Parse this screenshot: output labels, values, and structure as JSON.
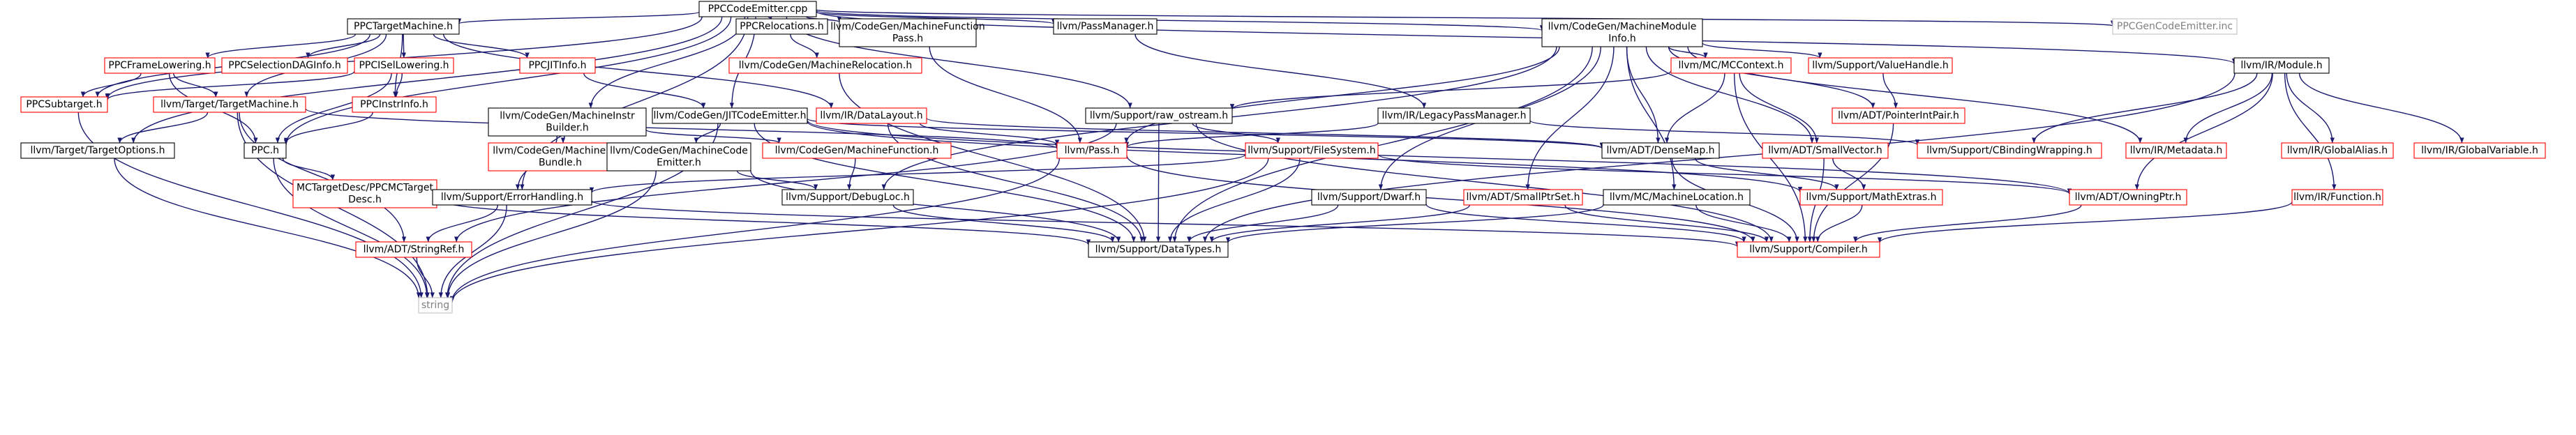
{
  "colors": {
    "edge": "#191970",
    "root_fill": "#bfbfbf",
    "root_border": "#000000",
    "border_documented": "#000000",
    "border_undocumented": "#ff0000",
    "border_external": "#bfbfbf",
    "text_normal": "#000000",
    "text_external": "#808080"
  },
  "nodes": [
    {
      "id": "root",
      "label": "PPCCodeEmitter.cpp",
      "kind": "root"
    },
    {
      "id": "ppctm",
      "label": "PPCTargetMachine.h",
      "kind": "documented"
    },
    {
      "id": "ppcreloc",
      "label": "PPCRelocations.h",
      "kind": "documented"
    },
    {
      "id": "mfpass",
      "label": [
        "llvm/CodeGen/MachineFunction",
        "Pass.h"
      ],
      "kind": "documented"
    },
    {
      "id": "passmgr",
      "label": "llvm/PassManager.h",
      "kind": "documented"
    },
    {
      "id": "mmi",
      "label": [
        "llvm/CodeGen/MachineModule",
        "Info.h"
      ],
      "kind": "documented"
    },
    {
      "id": "genemit",
      "label": "PPCGenCodeEmitter.inc",
      "kind": "external"
    },
    {
      "id": "framelow",
      "label": "PPCFrameLowering.h",
      "kind": "undocumented"
    },
    {
      "id": "seldag",
      "label": "PPCSelectionDAGInfo.h",
      "kind": "undocumented"
    },
    {
      "id": "isellow",
      "label": "PPCISelLowering.h",
      "kind": "undocumented"
    },
    {
      "id": "jitinfo",
      "label": "PPCJITInfo.h",
      "kind": "undocumented"
    },
    {
      "id": "codegenreloc",
      "label": "llvm/CodeGen/MachineRelocation.h",
      "kind": "undocumented"
    },
    {
      "id": "mccontext",
      "label": "llvm/MC/MCContext.h",
      "kind": "undocumented"
    },
    {
      "id": "valuehandle",
      "label": "llvm/Support/ValueHandle.h",
      "kind": "undocumented"
    },
    {
      "id": "irmodule",
      "label": "llvm/IR/Module.h",
      "kind": "documented"
    },
    {
      "id": "ppcsubtarget",
      "label": "PPCSubtarget.h",
      "kind": "undocumented"
    },
    {
      "id": "targetmachine",
      "label": "llvm/Target/TargetMachine.h",
      "kind": "undocumented"
    },
    {
      "id": "instrinfo",
      "label": "PPCInstrInfo.h",
      "kind": "undocumented"
    },
    {
      "id": "mibuilder",
      "label": [
        "llvm/CodeGen/MachineInstr",
        "Builder.h"
      ],
      "kind": "documented"
    },
    {
      "id": "jitemitter",
      "label": "llvm/CodeGen/JITCodeEmitter.h",
      "kind": "documented"
    },
    {
      "id": "datalayout",
      "label": "llvm/IR/DataLayout.h",
      "kind": "undocumented"
    },
    {
      "id": "rawostream",
      "label": "llvm/Support/raw_ostream.h",
      "kind": "documented"
    },
    {
      "id": "legacypm",
      "label": "llvm/IR/LegacyPassManager.h",
      "kind": "documented"
    },
    {
      "id": "ptrintpair",
      "label": "llvm/ADT/PointerIntPair.h",
      "kind": "undocumented"
    },
    {
      "id": "targetoptions",
      "label": "llvm/Target/TargetOptions.h",
      "kind": "documented"
    },
    {
      "id": "ppch",
      "label": "PPC.h",
      "kind": "documented"
    },
    {
      "id": "mibundle",
      "label": [
        "llvm/CodeGen/MachineInstr",
        "Bundle.h"
      ],
      "kind": "undocumented"
    },
    {
      "id": "mcodeemitter",
      "label": [
        "llvm/CodeGen/MachineCode",
        "Emitter.h"
      ],
      "kind": "documented"
    },
    {
      "id": "machinefunction",
      "label": "llvm/CodeGen/MachineFunction.h",
      "kind": "undocumented"
    },
    {
      "id": "passh",
      "label": "llvm/Pass.h",
      "kind": "undocumented"
    },
    {
      "id": "filesystem",
      "label": "llvm/Support/FileSystem.h",
      "kind": "undocumented"
    },
    {
      "id": "densemap",
      "label": "llvm/ADT/DenseMap.h",
      "kind": "documented"
    },
    {
      "id": "smallvector",
      "label": "llvm/ADT/SmallVector.h",
      "kind": "undocumented"
    },
    {
      "id": "cbinding",
      "label": "llvm/Support/CBindingWrapping.h",
      "kind": "undocumented"
    },
    {
      "id": "metadata",
      "label": "llvm/IR/Metadata.h",
      "kind": "undocumented"
    },
    {
      "id": "globalalias",
      "label": "llvm/IR/GlobalAlias.h",
      "kind": "undocumented"
    },
    {
      "id": "globalvariable",
      "label": "llvm/IR/GlobalVariable.h",
      "kind": "undocumented"
    },
    {
      "id": "mctargetdesc",
      "label": [
        "MCTargetDesc/PPCMCTarget",
        "Desc.h"
      ],
      "kind": "undocumented"
    },
    {
      "id": "errorhandling",
      "label": "llvm/Support/ErrorHandling.h",
      "kind": "documented"
    },
    {
      "id": "debugloc",
      "label": "llvm/Support/DebugLoc.h",
      "kind": "documented"
    },
    {
      "id": "dwarf",
      "label": "llvm/Support/Dwarf.h",
      "kind": "documented"
    },
    {
      "id": "smallptrset",
      "label": "llvm/ADT/SmallPtrSet.h",
      "kind": "undocumented"
    },
    {
      "id": "mlocation",
      "label": "llvm/MC/MachineLocation.h",
      "kind": "documented"
    },
    {
      "id": "mathextras",
      "label": "llvm/Support/MathExtras.h",
      "kind": "undocumented"
    },
    {
      "id": "owningptr",
      "label": "llvm/ADT/OwningPtr.h",
      "kind": "undocumented"
    },
    {
      "id": "irfunction",
      "label": "llvm/IR/Function.h",
      "kind": "undocumented"
    },
    {
      "id": "stringref",
      "label": "llvm/ADT/StringRef.h",
      "kind": "undocumented"
    },
    {
      "id": "datatypes",
      "label": "llvm/Support/DataTypes.h",
      "kind": "documented"
    },
    {
      "id": "compiler",
      "label": "llvm/Support/Compiler.h",
      "kind": "undocumented"
    },
    {
      "id": "string",
      "label": "string",
      "kind": "external"
    }
  ],
  "edges": [
    [
      "root",
      "ppctm"
    ],
    [
      "root",
      "ppcreloc"
    ],
    [
      "root",
      "mfpass"
    ],
    [
      "root",
      "passmgr"
    ],
    [
      "root",
      "mmi"
    ],
    [
      "root",
      "genemit"
    ],
    [
      "root",
      "ppcsubtarget"
    ],
    [
      "root",
      "targetoptions"
    ],
    [
      "root",
      "ppch"
    ],
    [
      "root",
      "mibuilder"
    ],
    [
      "root",
      "jitemitter"
    ],
    [
      "root",
      "errorhandling"
    ],
    [
      "root",
      "rawostream"
    ],
    [
      "root",
      "irmodule"
    ],
    [
      "ppctm",
      "framelow"
    ],
    [
      "ppctm",
      "seldag"
    ],
    [
      "ppctm",
      "isellow"
    ],
    [
      "ppctm",
      "jitinfo"
    ],
    [
      "ppctm",
      "ppcsubtarget"
    ],
    [
      "ppctm",
      "targetmachine"
    ],
    [
      "ppctm",
      "instrinfo"
    ],
    [
      "ppctm",
      "datalayout"
    ],
    [
      "ppcreloc",
      "codegenreloc"
    ],
    [
      "mfpass",
      "passh"
    ],
    [
      "passmgr",
      "legacypm"
    ],
    [
      "mmi",
      "mccontext"
    ],
    [
      "mmi",
      "valuehandle"
    ],
    [
      "mmi",
      "ptrintpair"
    ],
    [
      "mmi",
      "densemap"
    ],
    [
      "mmi",
      "smallvector"
    ],
    [
      "mmi",
      "passh"
    ],
    [
      "mmi",
      "metadata"
    ],
    [
      "mmi",
      "dwarf"
    ],
    [
      "mmi",
      "smallptrset"
    ],
    [
      "mmi",
      "mlocation"
    ],
    [
      "mmi",
      "debugloc"
    ],
    [
      "mmi",
      "datatypes"
    ],
    [
      "framelow",
      "ppcsubtarget"
    ],
    [
      "framelow",
      "targetmachine"
    ],
    [
      "framelow",
      "ppch"
    ],
    [
      "isellow",
      "ppcsubtarget"
    ],
    [
      "isellow",
      "instrinfo"
    ],
    [
      "isellow",
      "ppch"
    ],
    [
      "jitinfo",
      "jitemitter"
    ],
    [
      "codegenreloc",
      "datatypes"
    ],
    [
      "mccontext",
      "rawostream"
    ],
    [
      "mccontext",
      "densemap"
    ],
    [
      "mccontext",
      "smallvector"
    ],
    [
      "mccontext",
      "compiler"
    ],
    [
      "valuehandle",
      "ptrintpair"
    ],
    [
      "irmodule",
      "metadata"
    ],
    [
      "irmodule",
      "globalalias"
    ],
    [
      "irmodule",
      "globalvariable"
    ],
    [
      "irmodule",
      "irfunction"
    ],
    [
      "irmodule",
      "owningptr"
    ],
    [
      "irmodule",
      "cbinding"
    ],
    [
      "irmodule",
      "datatypes"
    ],
    [
      "ppcsubtarget",
      "string"
    ],
    [
      "targetmachine",
      "targetoptions"
    ],
    [
      "targetmachine",
      "passh"
    ],
    [
      "targetmachine",
      "stringref"
    ],
    [
      "targetmachine",
      "string"
    ],
    [
      "instrinfo",
      "ppch"
    ],
    [
      "mibuilder",
      "mibundle"
    ],
    [
      "mibuilder",
      "errorhandling"
    ],
    [
      "mibuilder",
      "machinefunction"
    ],
    [
      "jitemitter",
      "mcodeemitter"
    ],
    [
      "jitemitter",
      "densemap"
    ],
    [
      "jitemitter",
      "mathextras"
    ],
    [
      "jitemitter",
      "string"
    ],
    [
      "jitemitter",
      "datatypes"
    ],
    [
      "jitemitter",
      "owningptr"
    ],
    [
      "datalayout",
      "passh"
    ],
    [
      "datalayout",
      "densemap"
    ],
    [
      "datalayout",
      "datatypes"
    ],
    [
      "rawostream",
      "stringref"
    ],
    [
      "rawostream",
      "filesystem"
    ],
    [
      "rawostream",
      "compiler"
    ],
    [
      "rawostream",
      "datatypes"
    ],
    [
      "legacypm",
      "passh"
    ],
    [
      "legacypm",
      "cbinding"
    ],
    [
      "ptrintpair",
      "compiler"
    ],
    [
      "targetoptions",
      "string"
    ],
    [
      "ppch",
      "mctargetdesc"
    ],
    [
      "ppch",
      "string"
    ],
    [
      "mcodeemitter",
      "debugloc"
    ],
    [
      "mcodeemitter",
      "datatypes"
    ],
    [
      "mcodeemitter",
      "string"
    ],
    [
      "machinefunction",
      "debugloc"
    ],
    [
      "passh",
      "string"
    ],
    [
      "passh",
      "compiler"
    ],
    [
      "filesystem",
      "errorhandling"
    ],
    [
      "filesystem",
      "owningptr"
    ],
    [
      "filesystem",
      "datatypes"
    ],
    [
      "filesystem",
      "string"
    ],
    [
      "densemap",
      "mathextras"
    ],
    [
      "densemap",
      "compiler"
    ],
    [
      "smallvector",
      "mathextras"
    ],
    [
      "smallvector",
      "compiler"
    ],
    [
      "mctargetdesc",
      "datatypes"
    ],
    [
      "errorhandling",
      "stringref"
    ],
    [
      "errorhandling",
      "compiler"
    ],
    [
      "errorhandling",
      "string"
    ],
    [
      "debugloc",
      "datatypes"
    ],
    [
      "dwarf",
      "datatypes"
    ],
    [
      "dwarf",
      "compiler"
    ],
    [
      "smallptrset",
      "datatypes"
    ],
    [
      "smallptrset",
      "compiler"
    ],
    [
      "mlocation",
      "datatypes"
    ],
    [
      "mlocation",
      "compiler"
    ],
    [
      "mathextras",
      "compiler"
    ],
    [
      "owningptr",
      "compiler"
    ],
    [
      "irfunction",
      "compiler"
    ],
    [
      "stringref",
      "string"
    ]
  ]
}
